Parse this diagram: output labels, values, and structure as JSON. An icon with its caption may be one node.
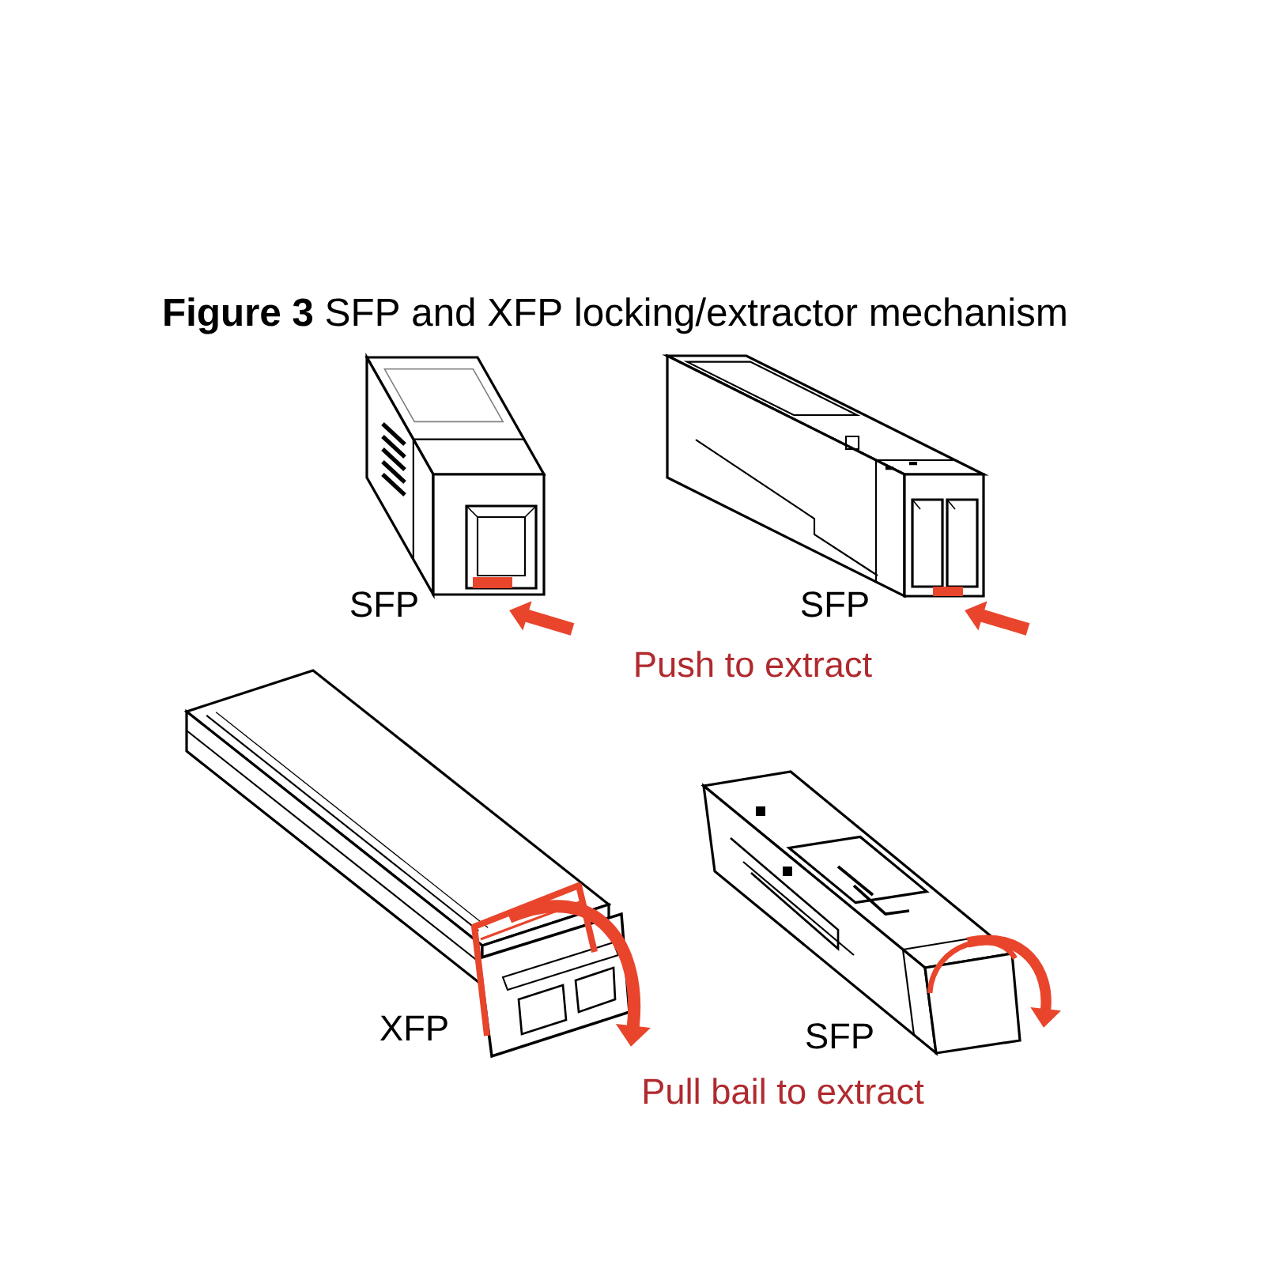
{
  "diagram": {
    "title": "**Figure 3** SFP and XFP locking/extractor mechanism",
    "labels": [
      "SFP",
      "SFP",
      "Push to extract",
      "XFP",
      "SFP",
      "Pull bail to extract"
    ]
  }
}
